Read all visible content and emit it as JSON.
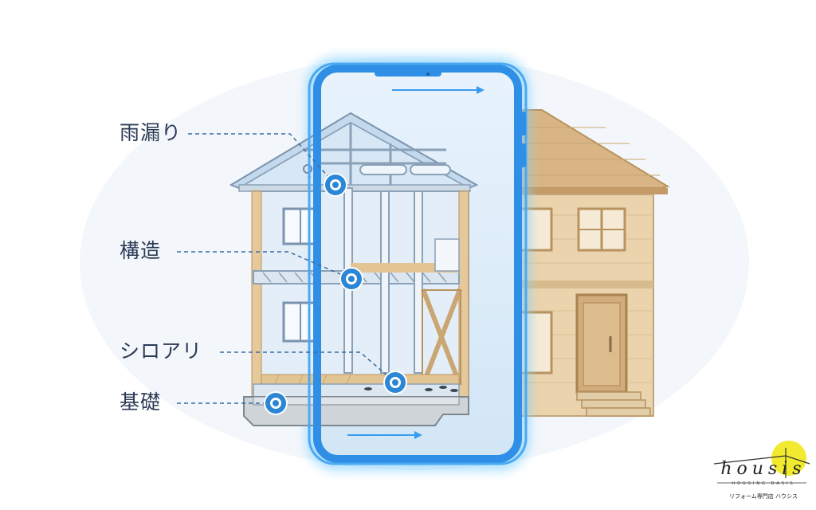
{
  "callouts": [
    {
      "id": "roof-leak",
      "label": "雨漏り"
    },
    {
      "id": "structure",
      "label": "構造"
    },
    {
      "id": "termites",
      "label": "シロアリ"
    },
    {
      "id": "foundation",
      "label": "基礎"
    }
  ],
  "logo": {
    "name": "housis",
    "tagline": "HOUSING OASIS",
    "subtitle": "リフォーム専門店 ハウシス"
  },
  "colors": {
    "phone_frame": "#2f8fe6",
    "phone_glow": "#7fd0ff",
    "marker": "#2b86d6",
    "label_text": "#2a3a55",
    "house_wall": "#ead3ad",
    "house_roof": "#d9b585",
    "xray_fill": "#dcecf8",
    "logo_dot": "#f2ea2e"
  }
}
